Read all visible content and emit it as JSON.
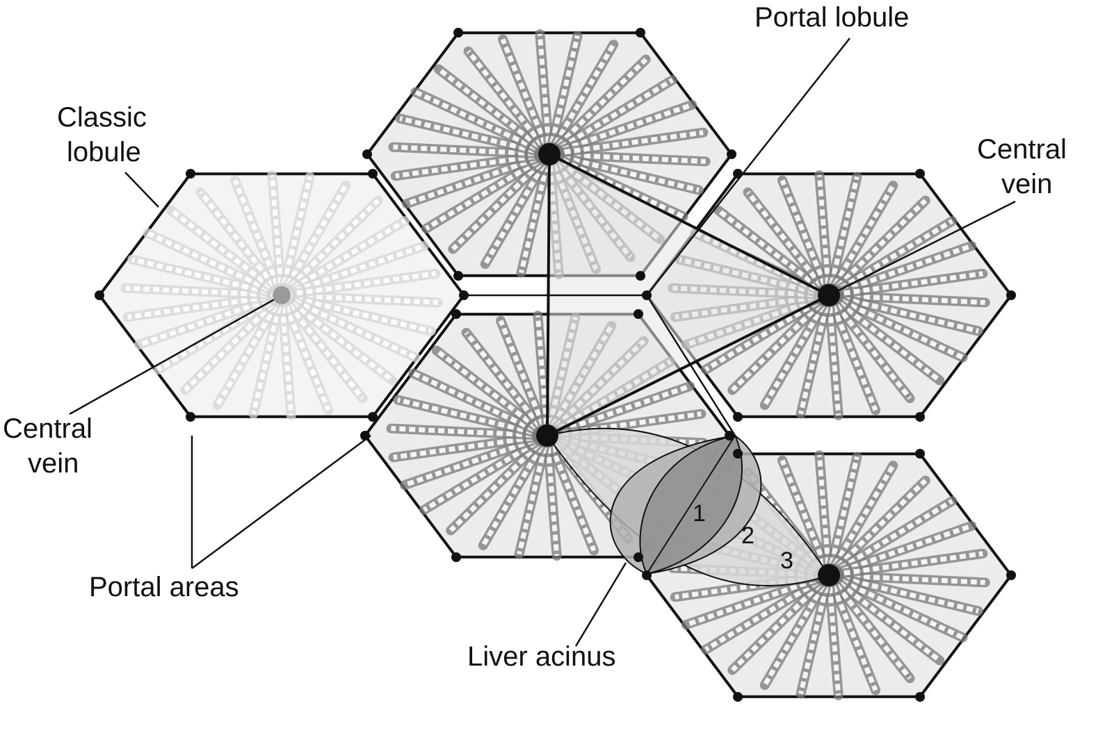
{
  "labels": {
    "classic_lobule": [
      "Classic",
      "lobule"
    ],
    "central_vein_left": [
      "Central",
      "vein"
    ],
    "central_vein_right": [
      "Central",
      "vein"
    ],
    "portal_lobule": "Portal lobule",
    "portal_areas": "Portal areas",
    "liver_acinus": "Liver acinus"
  },
  "zones": [
    "1",
    "2",
    "3"
  ],
  "colors": {
    "line": "#111111",
    "light_tissue": "#d6d6d6",
    "dark_tissue": "#7a7a7a",
    "zone1": "#8f8f8f",
    "zone2": "#b3b3b3",
    "zone3": "#d9d9d9",
    "portal_lobule_fill": "#e6e6e6"
  }
}
